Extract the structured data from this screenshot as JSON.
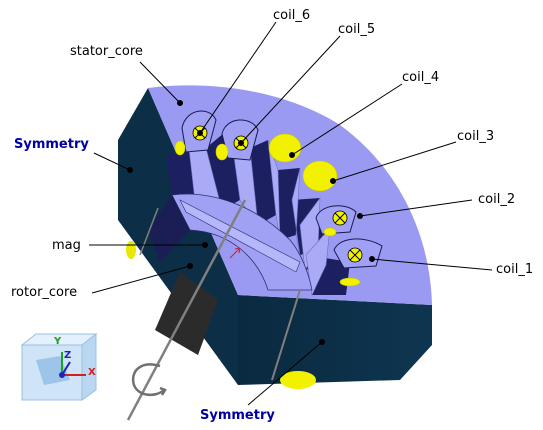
{
  "labels": {
    "coil_6": "coil_6",
    "coil_5": "coil_5",
    "coil_4": "coil_4",
    "coil_3": "coil_3",
    "coil_2": "coil_2",
    "coil_1": "coil_1",
    "stator_core": "stator_core",
    "mag": "mag",
    "rotor_core": "rotor_core",
    "symmetry_left": "Symmetry",
    "symmetry_bottom": "Symmetry"
  },
  "triad": {
    "y": "Y",
    "z": "Z",
    "x": "X"
  },
  "colors": {
    "stator_top": "#9999f0",
    "stator_side": "#0b2f48",
    "slot_dark": "#1b1f5c",
    "coil_yellow": "#f2f200",
    "rotor_dark": "#2b2b2b",
    "symmetry_text": "#0000a0"
  }
}
